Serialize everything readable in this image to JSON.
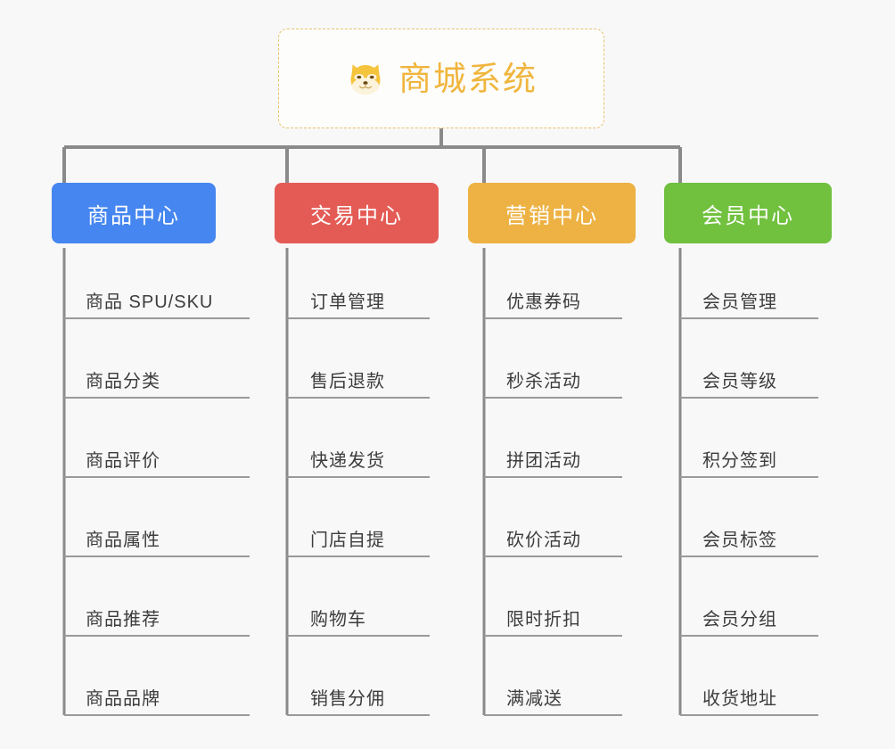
{
  "diagram": {
    "type": "mind-map",
    "title": "商城系统",
    "background_color": "#f8f8f8",
    "root": {
      "label": "商城系统",
      "icon": "shiba-dog-face-icon",
      "text_color": "#f0b53d",
      "border_color": "#e8c06a",
      "background_color": "#fdfdfc"
    },
    "connector_color": "#8a8a8a",
    "leaf_text_color": "#3c3c3c",
    "leaf_rule_color": "#9a9a9a",
    "categories": [
      {
        "label": "商品中心",
        "color": "#4586f0",
        "items": [
          "商品 SPU/SKU",
          "商品分类",
          "商品评价",
          "商品属性",
          "商品推荐",
          "商品品牌"
        ]
      },
      {
        "label": "交易中心",
        "color": "#e45b55",
        "items": [
          "订单管理",
          "售后退款",
          "快递发货",
          "门店自提",
          "购物车",
          "销售分佣"
        ]
      },
      {
        "label": "营销中心",
        "color": "#edb243",
        "items": [
          "优惠券码",
          "秒杀活动",
          "拼团活动",
          "砍价活动",
          "限时折扣",
          "满减送"
        ]
      },
      {
        "label": "会员中心",
        "color": "#71c13f",
        "items": [
          "会员管理",
          "会员等级",
          "积分签到",
          "会员标签",
          "会员分组",
          "收货地址"
        ]
      }
    ]
  }
}
